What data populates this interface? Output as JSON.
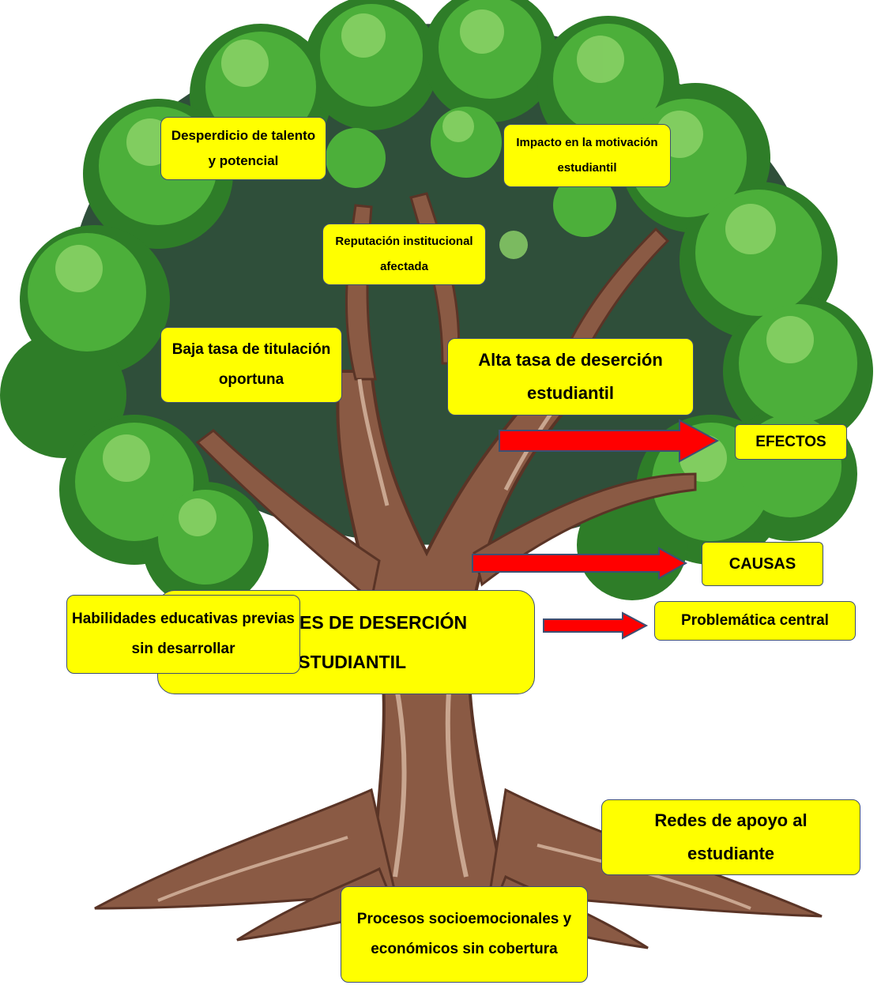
{
  "colors": {
    "label_fill": "#ffff00",
    "label_border": "#3d4f73",
    "arrow": "#ff0000",
    "foliage_dark": "#2e7d28",
    "foliage_mid": "#4caf3a",
    "foliage_light": "#8fd46a",
    "canopy_shadow": "#2f4f3a",
    "trunk": "#8a5a44",
    "trunk_dark": "#5a3426",
    "trunk_light": "#c9a690"
  },
  "effects": {
    "desperdicio": "Desperdicio de talento y potencial",
    "impacto": "Impacto en la motivación estudiantil",
    "reputacion": "Reputación institucional afectada",
    "baja_tasa": "Baja tasa de titulación oportuna",
    "alta_tasa": "Alta tasa de deserción estudiantil"
  },
  "central": {
    "title": "FACTORES DE DESERCIÓN ESTUDIANTIL"
  },
  "causes": {
    "habilidades": "Habilidades educativas previas sin desarrollar",
    "redes": "Redes de apoyo al estudiante",
    "procesos": "Procesos socioemocionales y económicos sin cobertura"
  },
  "legend": {
    "efectos": "EFECTOS",
    "problematica": "Problemática central",
    "causas": "CAUSAS"
  }
}
